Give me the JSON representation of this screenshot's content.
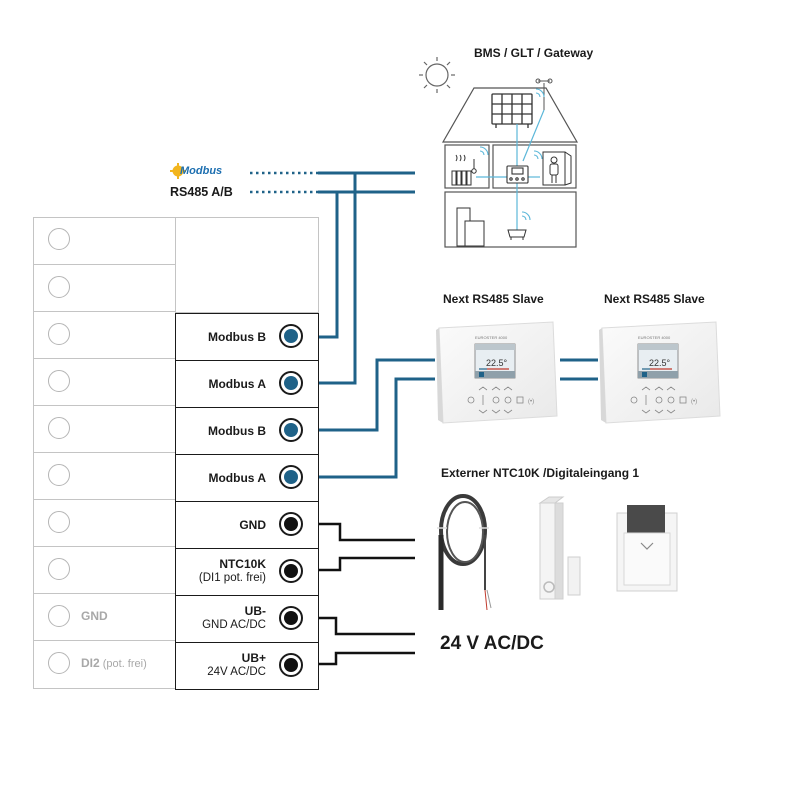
{
  "gateway": {
    "title": "BMS / GLT / Gateway"
  },
  "bus": {
    "logo_text": "Modbus",
    "label": "RS485 A/B"
  },
  "colors": {
    "bus_wire": "#1f6288",
    "power_wire": "#111111",
    "terminal_inactive_border": "#c4c4c4",
    "terminal_active_border": "#1a1a1a",
    "inactive_text": "#a8a8a8",
    "house_lines": "#555555",
    "house_signal": "#5bb7d9",
    "modbus_logo_blue": "#1d6fb0",
    "modbus_logo_gear": "#f2b51e"
  },
  "terminals": {
    "left_column": [
      {
        "label": ""
      },
      {
        "label": ""
      },
      {
        "label": ""
      },
      {
        "label": ""
      },
      {
        "label": ""
      },
      {
        "label": ""
      },
      {
        "label": ""
      },
      {
        "label": ""
      },
      {
        "label": "GND",
        "sub": ""
      },
      {
        "label": "DI2",
        "sub": "(pot. frei)"
      }
    ],
    "right_column": [
      {
        "label": "Modbus B",
        "sub": "",
        "wire": "bus"
      },
      {
        "label": "Modbus A",
        "sub": "",
        "wire": "bus"
      },
      {
        "label": "Modbus B",
        "sub": "",
        "wire": "bus"
      },
      {
        "label": "Modbus A",
        "sub": "",
        "wire": "bus"
      },
      {
        "label": "GND",
        "sub": "",
        "wire": "power"
      },
      {
        "label": "NTC10K",
        "sub": "(DI1 pot. frei)",
        "wire": "power"
      },
      {
        "label": "UB-",
        "sub": "GND AC/DC",
        "wire": "power"
      },
      {
        "label": "UB+",
        "sub": "24V AC/DC",
        "wire": "power"
      }
    ]
  },
  "slaves": [
    {
      "title": "Next RS485 Slave",
      "display_temp": "22.5°",
      "brand": "EUROSTER 4000"
    },
    {
      "title": "Next RS485 Slave",
      "display_temp": "22.5°",
      "brand": "EUROSTER 4000"
    }
  ],
  "sensors": {
    "title": "Externer NTC10K /Digitaleingang 1",
    "items": [
      "ntc-cable-sensor",
      "door-contact",
      "keycard-switch"
    ]
  },
  "power": {
    "label": "24 V AC/DC"
  }
}
